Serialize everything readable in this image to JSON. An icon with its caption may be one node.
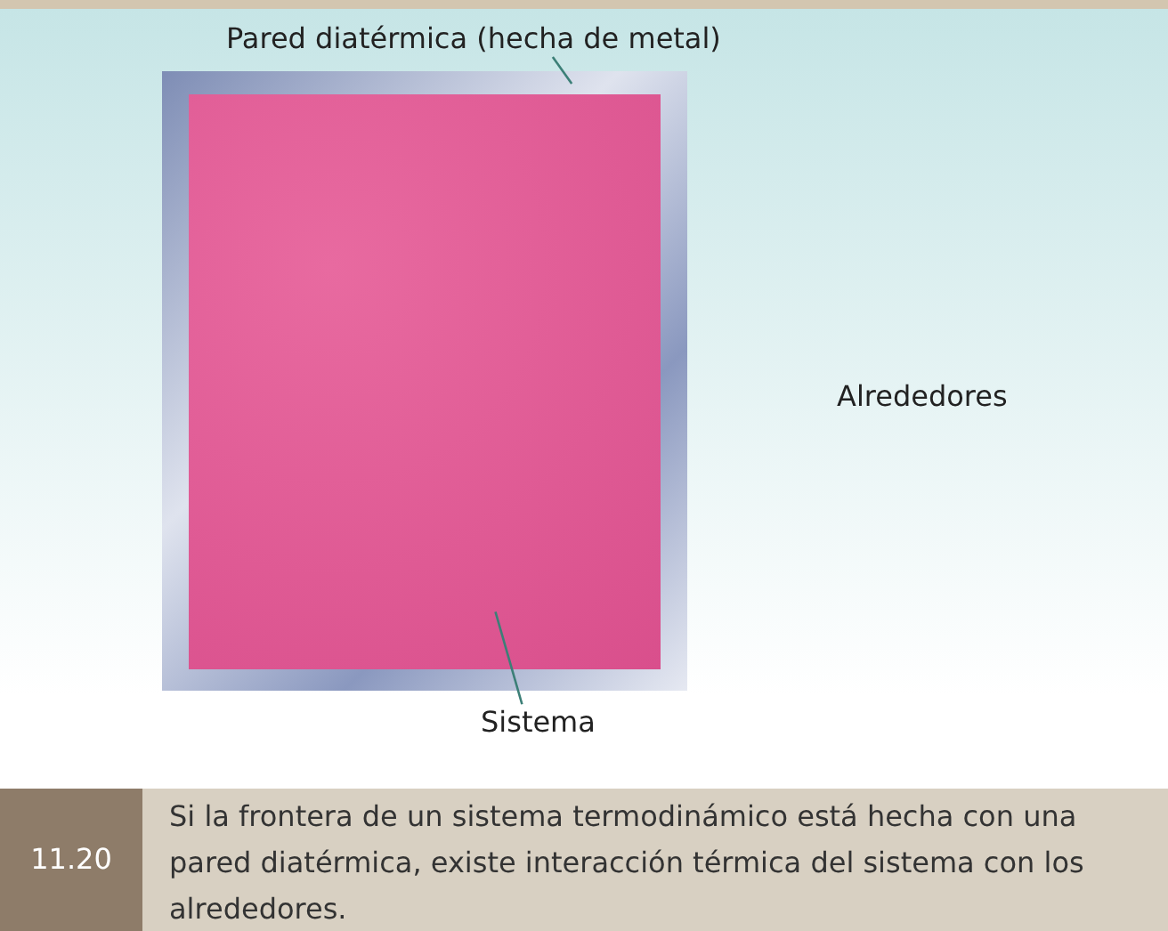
{
  "diagram": {
    "caption": "Si la frontera de un sistema termodinámico está hecha con una pared diatérmica, existe interacción térmica del sistema con los alrededores.",
    "nodes": [
      {
        "text": [
          "Pared diatérmica (hecha de metal)"
        ]
      },
      {
        "text": [],
        "shape": "box"
      },
      {
        "text": [],
        "shape": "box",
        "in": 1
      },
      {
        "text": [
          "Sistema"
        ]
      }
    ],
    "edges": [
      {
        "from": 0,
        "to": 1,
        "arrow": "none"
      },
      {
        "from": 3,
        "to": 2,
        "arrow": "none"
      }
    ],
    "labels": [
      "Alrededores",
      "11.20"
    ]
  }
}
